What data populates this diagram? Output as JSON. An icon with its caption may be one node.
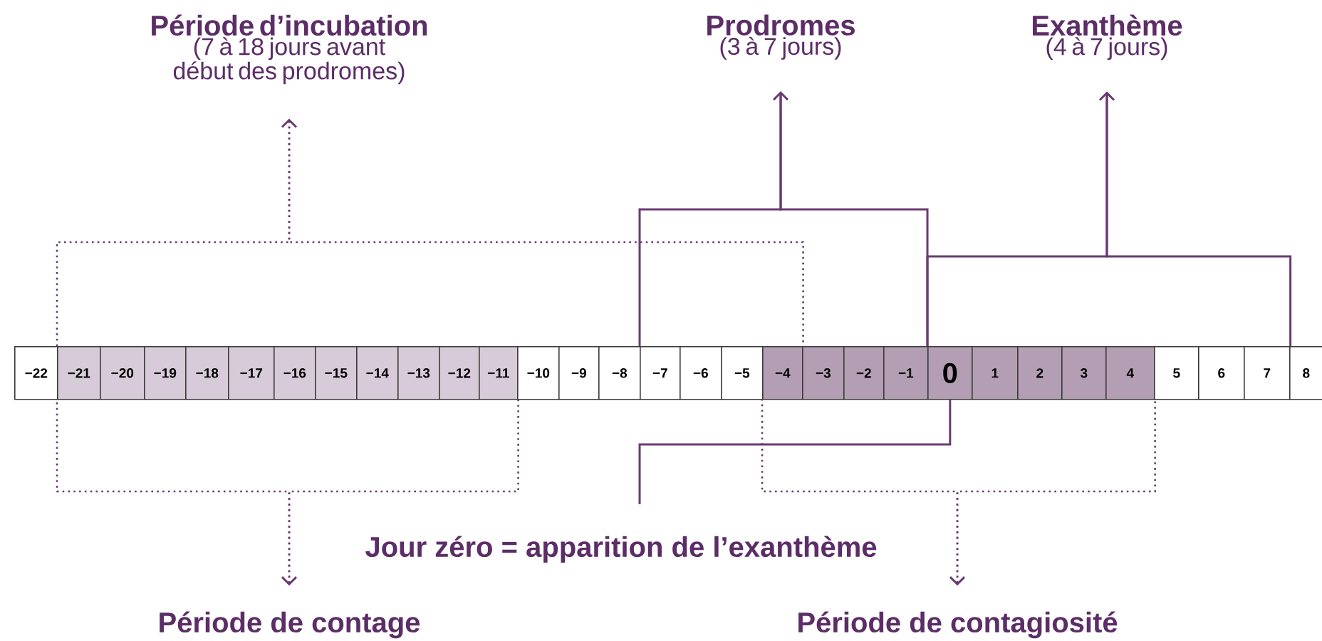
{
  "diagram": {
    "nodes": [
      {
        "text": [
          "Période d’incubation",
          "(7 à 18 jours avant début des prodromes)"
        ]
      },
      {
        "text": [
          "Prodromes",
          "(3 à 7 jours)"
        ]
      },
      {
        "text": [
          "Exanthème",
          "(4 à 7 jours)"
        ]
      },
      {
        "text": [
          "−22"
        ]
      },
      {
        "text": [
          "−21"
        ]
      },
      {
        "text": [
          "−20"
        ]
      },
      {
        "text": [
          "−19"
        ]
      },
      {
        "text": [
          "−18"
        ]
      },
      {
        "text": [
          "−17"
        ]
      },
      {
        "text": [
          "−16"
        ]
      },
      {
        "text": [
          "−15"
        ]
      },
      {
        "text": [
          "−14"
        ]
      },
      {
        "text": [
          "−13"
        ]
      },
      {
        "text": [
          "−12"
        ]
      },
      {
        "text": [
          "−11"
        ]
      },
      {
        "text": [
          "−10"
        ]
      },
      {
        "text": [
          "−9"
        ]
      },
      {
        "text": [
          "−8"
        ]
      },
      {
        "text": [
          "−7"
        ]
      },
      {
        "text": [
          "−6"
        ]
      },
      {
        "text": [
          "−5"
        ]
      },
      {
        "text": [
          "−4"
        ]
      },
      {
        "text": [
          "−3"
        ]
      },
      {
        "text": [
          "−2"
        ]
      },
      {
        "text": [
          "−1"
        ]
      },
      {
        "text": [
          "0"
        ]
      },
      {
        "text": [
          "1"
        ]
      },
      {
        "text": [
          "2"
        ]
      },
      {
        "text": [
          "3"
        ]
      },
      {
        "text": [
          "4"
        ]
      },
      {
        "text": [
          "5"
        ]
      },
      {
        "text": [
          "6"
        ]
      },
      {
        "text": [
          "7"
        ]
      },
      {
        "text": [
          "8"
        ]
      },
      {
        "text": [
          "Jour zéro = apparition de l’exanthème"
        ]
      },
      {
        "text": [
          "Période de contage"
        ]
      },
      {
        "text": [
          "Période de contagiosité"
        ]
      }
    ],
    "edges": [
      {
        "from": 4,
        "to": 0,
        "arrow": "to",
        "style": "dashed"
      },
      {
        "from": 21,
        "to": 0,
        "arrow": "to",
        "style": "dashed"
      },
      {
        "from": 18,
        "to": 1,
        "arrow": "to"
      },
      {
        "from": 25,
        "to": 1,
        "arrow": "to"
      },
      {
        "from": 25,
        "to": 2,
        "arrow": "to"
      },
      {
        "from": 32,
        "to": 2,
        "arrow": "to"
      },
      {
        "from": 25,
        "to": 34,
        "arrow": "none"
      },
      {
        "from": 4,
        "to": 35,
        "arrow": "to",
        "style": "dashed"
      },
      {
        "from": 14,
        "to": 35,
        "arrow": "to",
        "style": "dashed"
      },
      {
        "from": 21,
        "to": 36,
        "arrow": "to",
        "style": "dashed"
      },
      {
        "from": 29,
        "to": 36,
        "arrow": "to",
        "style": "dashed"
      }
    ]
  }
}
